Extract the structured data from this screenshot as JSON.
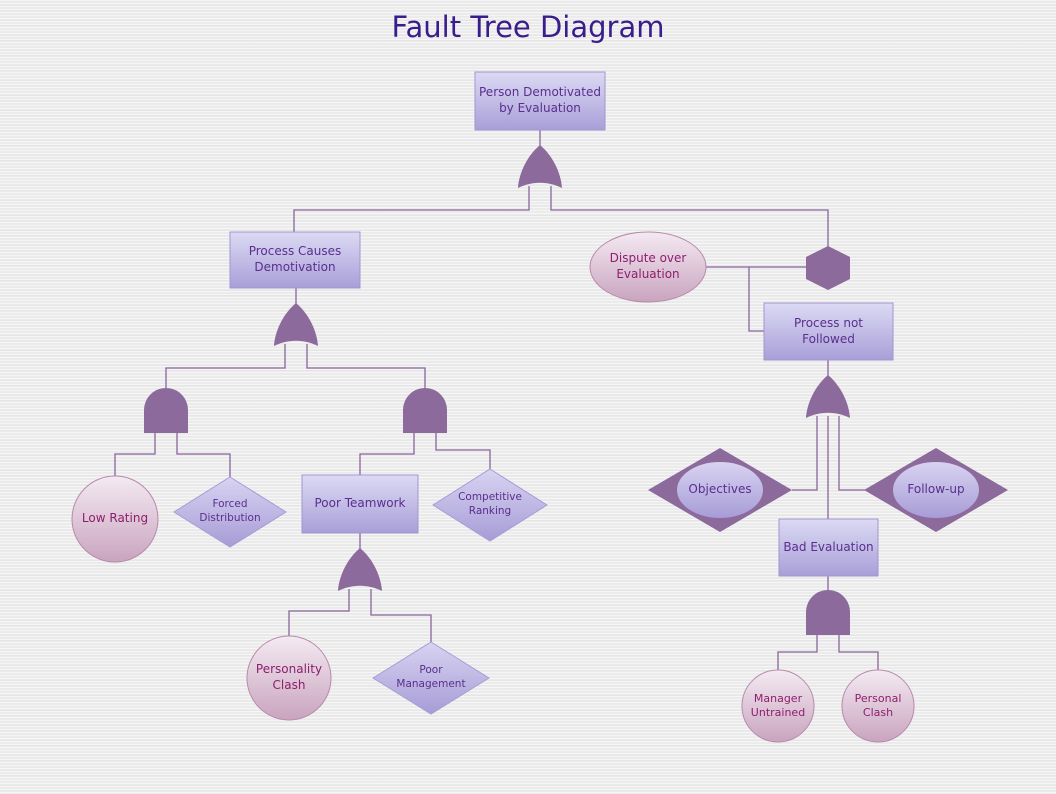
{
  "title": "Fault Tree Diagram",
  "colors": {
    "connector": "#8a649c",
    "gate_fill": "#8c6a9c",
    "rect_top": "#dcdaf4",
    "rect_bottom": "#a99fd8",
    "rect_border": "#a394d0",
    "circle_top": "#f4eaf2",
    "circle_bottom": "#c9a4bf",
    "circle_border": "#b78aaa",
    "diamond_top": "#d8d4f2",
    "diamond_bottom": "#a79cd6",
    "title_text": "#3a1d8c",
    "rect_text": "#5a2e8e",
    "circle_text": "#8e1e6e"
  },
  "events": {
    "top": {
      "label": "Person Demotivated\nby Evaluation",
      "type": "intermediate-event"
    },
    "process_causes": {
      "label": "Process Causes\nDemotivation",
      "type": "intermediate-event"
    },
    "dispute": {
      "label": "Dispute over\nEvaluation",
      "type": "conditioning-event"
    },
    "process_not_followed": {
      "label": "Process not\nFollowed",
      "type": "intermediate-event"
    },
    "low_rating": {
      "label": "Low Rating",
      "type": "basic-event"
    },
    "forced_distribution": {
      "label": "Forced\nDistribution",
      "type": "undeveloped-event"
    },
    "poor_teamwork": {
      "label": "Poor Teamwork",
      "type": "intermediate-event"
    },
    "competitive_ranking": {
      "label": "Competitive\nRanking",
      "type": "undeveloped-event"
    },
    "personality_clash": {
      "label": "Personality\nClash",
      "type": "basic-event"
    },
    "poor_management": {
      "label": "Poor\nManagement",
      "type": "undeveloped-event"
    },
    "objectives": {
      "label": "Objectives",
      "type": "undeveloped-transfer-event"
    },
    "follow_up": {
      "label": "Follow-up",
      "type": "undeveloped-transfer-event"
    },
    "bad_evaluation": {
      "label": "Bad Evaluation",
      "type": "intermediate-event"
    },
    "manager_untrained": {
      "label": "Manager\nUntrained",
      "type": "basic-event"
    },
    "personal_clash": {
      "label": "Personal\nClash",
      "type": "basic-event"
    }
  },
  "gates": {
    "top_gate": {
      "type": "or",
      "parent": "top",
      "children": [
        "process_causes",
        "inhibit_gate"
      ]
    },
    "inhibit_gate": {
      "type": "inhibit",
      "children": [
        "process_not_followed"
      ],
      "condition": "dispute"
    },
    "process_causes_gate": {
      "type": "or",
      "parent": "process_causes",
      "children": [
        "and_left",
        "and_mid"
      ]
    },
    "and_left": {
      "type": "and",
      "children": [
        "low_rating",
        "forced_distribution"
      ]
    },
    "and_mid": {
      "type": "and",
      "children": [
        "poor_teamwork",
        "competitive_ranking"
      ]
    },
    "poor_teamwork_gate": {
      "type": "or",
      "parent": "poor_teamwork",
      "children": [
        "personality_clash",
        "poor_management"
      ]
    },
    "process_not_followed_gate": {
      "type": "or",
      "parent": "process_not_followed",
      "children": [
        "objectives",
        "bad_evaluation",
        "follow_up"
      ]
    },
    "bad_evaluation_gate": {
      "type": "and",
      "parent": "bad_evaluation",
      "children": [
        "manager_untrained",
        "personal_clash"
      ]
    }
  }
}
